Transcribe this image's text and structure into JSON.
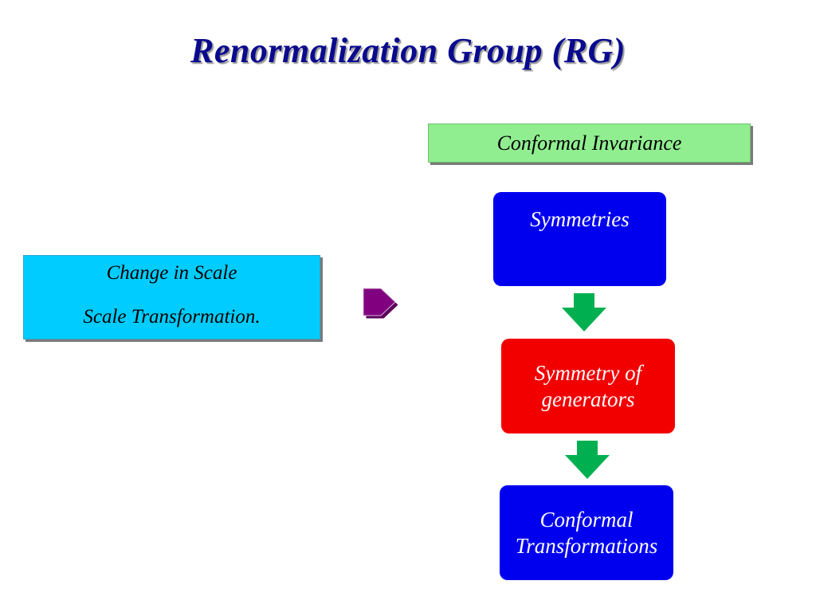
{
  "title": "Renormalization Group (RG)",
  "header_box": {
    "label": "Conformal Invariance"
  },
  "scale_box": {
    "line1": "Change in Scale",
    "line2": "Scale Transformation."
  },
  "flow": {
    "symmetries": "Symmetries",
    "generators_line1": "Symmetry of",
    "generators_line2": "generators",
    "conformal_line1": "Conformal",
    "conformal_line2": "Transformations"
  },
  "colors": {
    "title": "#0a0a8f",
    "header_box": "#90ee90",
    "scale_box": "#00ccff",
    "right_arrow": "#800080",
    "symmetries_box": "#0000ee",
    "generators_box": "#f20000",
    "conformal_box": "#0000ee",
    "down_arrows": "#00b050"
  }
}
